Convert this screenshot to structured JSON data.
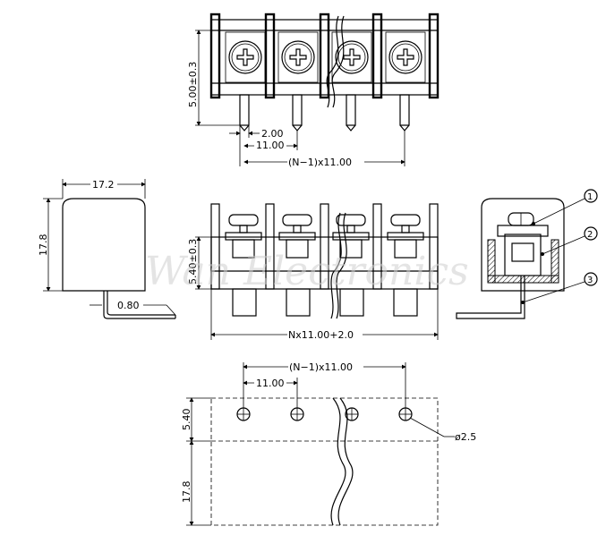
{
  "top_view": {
    "dim_height": "5.00±0.3",
    "dim_pin": "2.00",
    "dim_pitch": "11.00",
    "dim_span": "(N−1)x11.00"
  },
  "side_view": {
    "dim_width": "17.2",
    "dim_height": "17.8",
    "dim_pin": "0.80"
  },
  "front_view": {
    "dim_height": "5.40±0.3",
    "dim_length": "Nx11.00+2.0"
  },
  "section_view": {
    "callouts": [
      "1",
      "2",
      "3"
    ]
  },
  "footprint": {
    "dim_span": "(N−1)x11.00",
    "dim_pitch": "11.00",
    "dim_offset": "5.40",
    "dim_depth": "17.8",
    "hole": "ø2.5"
  },
  "watermark": "Wan Electronics"
}
